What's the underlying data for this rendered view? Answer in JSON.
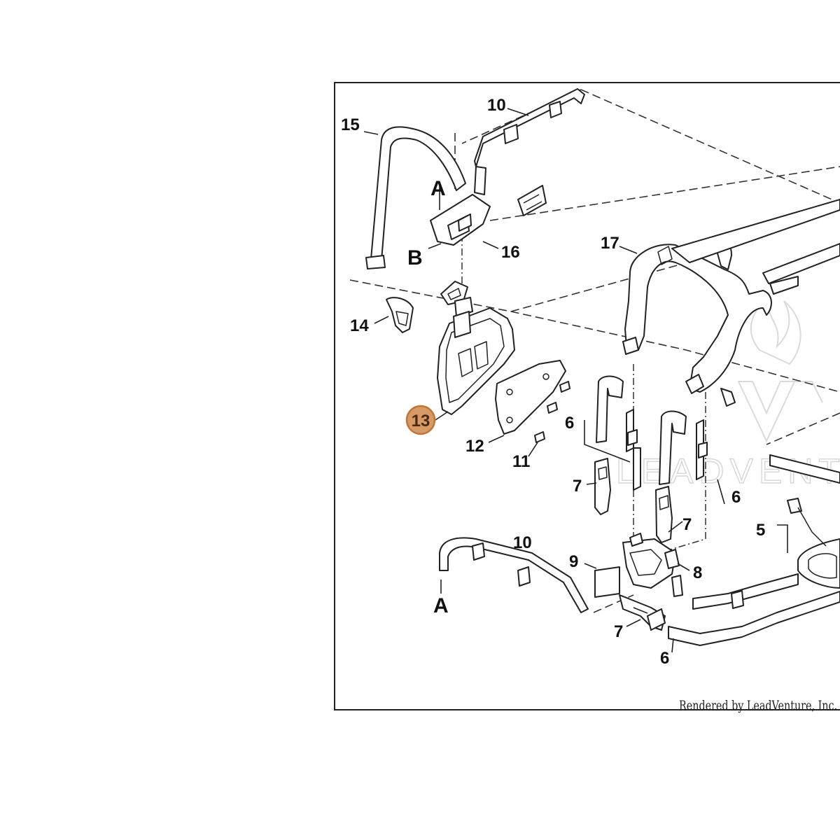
{
  "diagram": {
    "callouts": {
      "c15": "15",
      "c10_top": "10",
      "c16": "16",
      "c17": "17",
      "c14": "14",
      "c13": "13",
      "c12": "12",
      "c11": "11",
      "c6_a": "6",
      "c6_b": "6",
      "c6_c": "6",
      "c7_a": "7",
      "c7_b": "7",
      "c7_c": "7",
      "c10_bottom": "10",
      "c9": "9",
      "c8": "8",
      "c5": "5"
    },
    "markers": {
      "a_top": "A",
      "b_mid": "B",
      "a_bottom": "A"
    },
    "highlighted_part": "13",
    "watermark": "LEADVENTURE",
    "credit": "Rendered by LeadVenture, Inc.",
    "colors": {
      "highlight_fill": "#d69a67",
      "highlight_stroke": "#c0763a",
      "line": "#222222"
    }
  }
}
